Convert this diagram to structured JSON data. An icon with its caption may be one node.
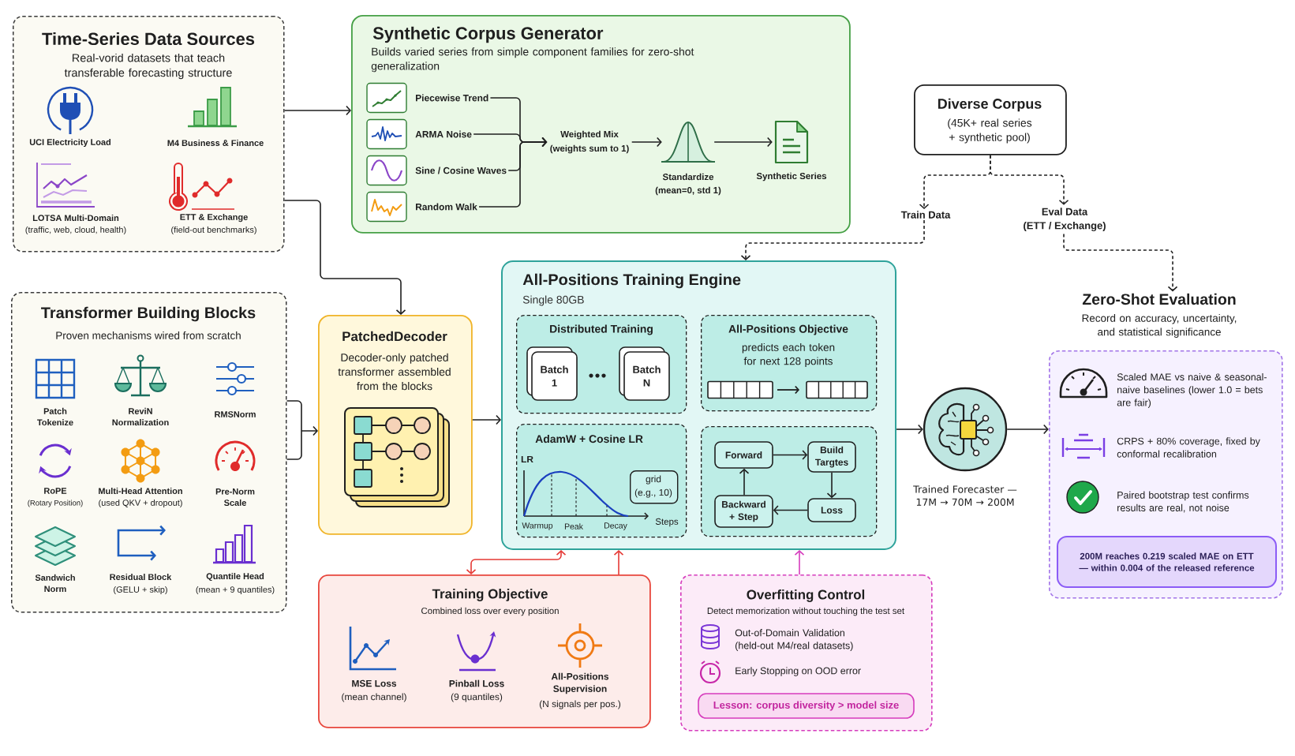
{
  "diagram": {
    "nodes": [
      {
        "text": [
          "Time-Series Data Sources",
          "Real-vorid datasets that teach transferable forecasting structure",
          "UCI Electricity Load",
          "M4 Business & Finance",
          "LOTSA Multi-Domain",
          "(traffic, web, cloud, health)",
          "ETT & Exchange",
          "(field-out benchmarks)"
        ]
      },
      {
        "text": [
          "Synthetic Corpus Generator",
          "Builds varied series from simple component families for zero-shot generalization"
        ]
      },
      {
        "text": [
          "Piecewise Trend"
        ],
        "in": 1
      },
      {
        "text": [
          "ARMA Noise"
        ],
        "in": 1
      },
      {
        "text": [
          "Sine / Cosine Waves"
        ],
        "in": 1
      },
      {
        "text": [
          "Random Walk"
        ],
        "in": 1
      },
      {
        "text": [
          "Weighted Mix",
          "(weights sum to 1)"
        ],
        "in": 1
      },
      {
        "text": [
          "Standardize",
          "(mean=0, std 1)"
        ],
        "in": 1
      },
      {
        "text": [
          "Synthetic Series"
        ],
        "in": 1
      },
      {
        "text": [
          "Diverse Corpus",
          "(45K+ real series + synthetic pool)"
        ]
      },
      {
        "text": [
          "Train Data"
        ]
      },
      {
        "text": [
          "Eval Data",
          "(ETT / Exchange)"
        ]
      },
      {
        "text": [
          "Transformer Building Blocks",
          "Proven mechanisms wired from scratch",
          "Patch Tokenize",
          "ReviN Normalization",
          "RMSNorm",
          "RoPE",
          "(Rotary Position)",
          "Multi-Head Attention",
          "(used QKV + dropout)",
          "Pre-Norm Scale",
          "Sandwich Norm",
          "Residual Block",
          "(GELU + skip)",
          "Quantile Head",
          "(mean + 9 quantiles)"
        ]
      },
      {
        "text": [
          "PatchedDecoder",
          "Decoder-only patched transformer assembled from the blocks"
        ]
      },
      {
        "text": [
          "All-Positions Training Engine",
          "Single 80GB"
        ]
      },
      {
        "text": [
          "Distributed Training"
        ],
        "in": 14
      },
      {
        "text": [
          "Batch 1"
        ],
        "in": 15
      },
      {
        "text": [
          "Batch N"
        ],
        "in": 15
      },
      {
        "text": [
          "All-Positions Objective",
          "predicts each token for next 128 points"
        ],
        "in": 14
      },
      {
        "text": [
          "AdamW + Cosine LR",
          "LR",
          "Warmup",
          "Peak",
          "Decay",
          "Steps"
        ],
        "in": 14
      },
      {
        "text": [
          "grid",
          "(e.g., 10)"
        ],
        "in": 19
      },
      {
        "text": [],
        "shape": "box",
        "in": 14
      },
      {
        "text": [
          "Forward"
        ],
        "in": 21
      },
      {
        "text": [
          "Build Targtes"
        ],
        "in": 21
      },
      {
        "text": [
          "Loss"
        ],
        "in": 21
      },
      {
        "text": [
          "Backward + Step"
        ],
        "in": 21
      },
      {
        "text": [],
        "shape": "circle",
        "beside": [
          "Trained Forecaster — 17M → 70M → 200M"
        ]
      },
      {
        "text": [
          "Zero-Shot Evaluation",
          "Record on accuracy, uncertainty, and statistical significance",
          "Scaled MAE vs naive & seasonal-naive baselines (lower 1.0 = bets are fair)",
          "CRPS + 80% coverage, fixed by conformal recalibration",
          "Paired bootstrap test confirms results are real, not noise"
        ]
      },
      {
        "text": [
          "200M reaches 0.219 scaled MAE on ETT — within 0.004 of the released reference"
        ],
        "in": 27
      },
      {
        "text": [
          "Training Objective",
          "Combined loss over every position",
          "MSE Loss",
          "(mean channel)",
          "Pinball Loss",
          "(9 quantiles)",
          "All-Positions Supervision",
          "(N signals per pos.)"
        ]
      },
      {
        "text": [
          "Overfitting Control",
          "Detect memorization without touching the test set",
          "Out-of-Domain Validation (held-out M4/real datasets)",
          "Early Stopping on OOD error"
        ]
      },
      {
        "text": [
          "Lesson: corpus diversity > model size"
        ],
        "in": 30
      }
    ],
    "edges": [
      {
        "from": 0,
        "to": 1,
        "arrow": "to"
      },
      {
        "from": 2,
        "to": 6,
        "arrow": "to"
      },
      {
        "from": 3,
        "to": 6,
        "arrow": "to"
      },
      {
        "from": 4,
        "to": 6,
        "arrow": "to"
      },
      {
        "from": 5,
        "to": 6,
        "arrow": "to"
      },
      {
        "from": 6,
        "to": 7,
        "arrow": "to"
      },
      {
        "from": 7,
        "to": 8,
        "arrow": "to"
      },
      {
        "from": 0,
        "to": 13,
        "arrow": "to"
      },
      {
        "from": 9,
        "to": 10,
        "arrow": "to",
        "style": "dashed"
      },
      {
        "from": 10,
        "to": 14,
        "arrow": "to",
        "style": "dashed"
      },
      {
        "from": 9,
        "to": 11,
        "arrow": "to",
        "style": "dashed"
      },
      {
        "from": 11,
        "to": 27,
        "arrow": "to",
        "style": "dashed"
      },
      {
        "from": 12,
        "to": 13,
        "arrow": "to"
      },
      {
        "from": 13,
        "to": 14,
        "arrow": "to"
      },
      {
        "from": 22,
        "to": 23,
        "arrow": "to"
      },
      {
        "from": 23,
        "to": 24,
        "arrow": "to"
      },
      {
        "from": 24,
        "to": 25,
        "arrow": "to"
      },
      {
        "from": 25,
        "to": 22,
        "arrow": "to"
      },
      {
        "from": 14,
        "to": 26,
        "arrow": "to"
      },
      {
        "from": 26,
        "to": 27,
        "arrow": "to"
      },
      {
        "from": 29,
        "to": 14,
        "arrow": "to",
        "color": "#e53935"
      },
      {
        "from": 14,
        "to": 29,
        "arrow": "both",
        "color": "#e53935"
      },
      {
        "from": 30,
        "to": 14,
        "arrow": "to",
        "color": "#d63cbd"
      }
    ]
  }
}
